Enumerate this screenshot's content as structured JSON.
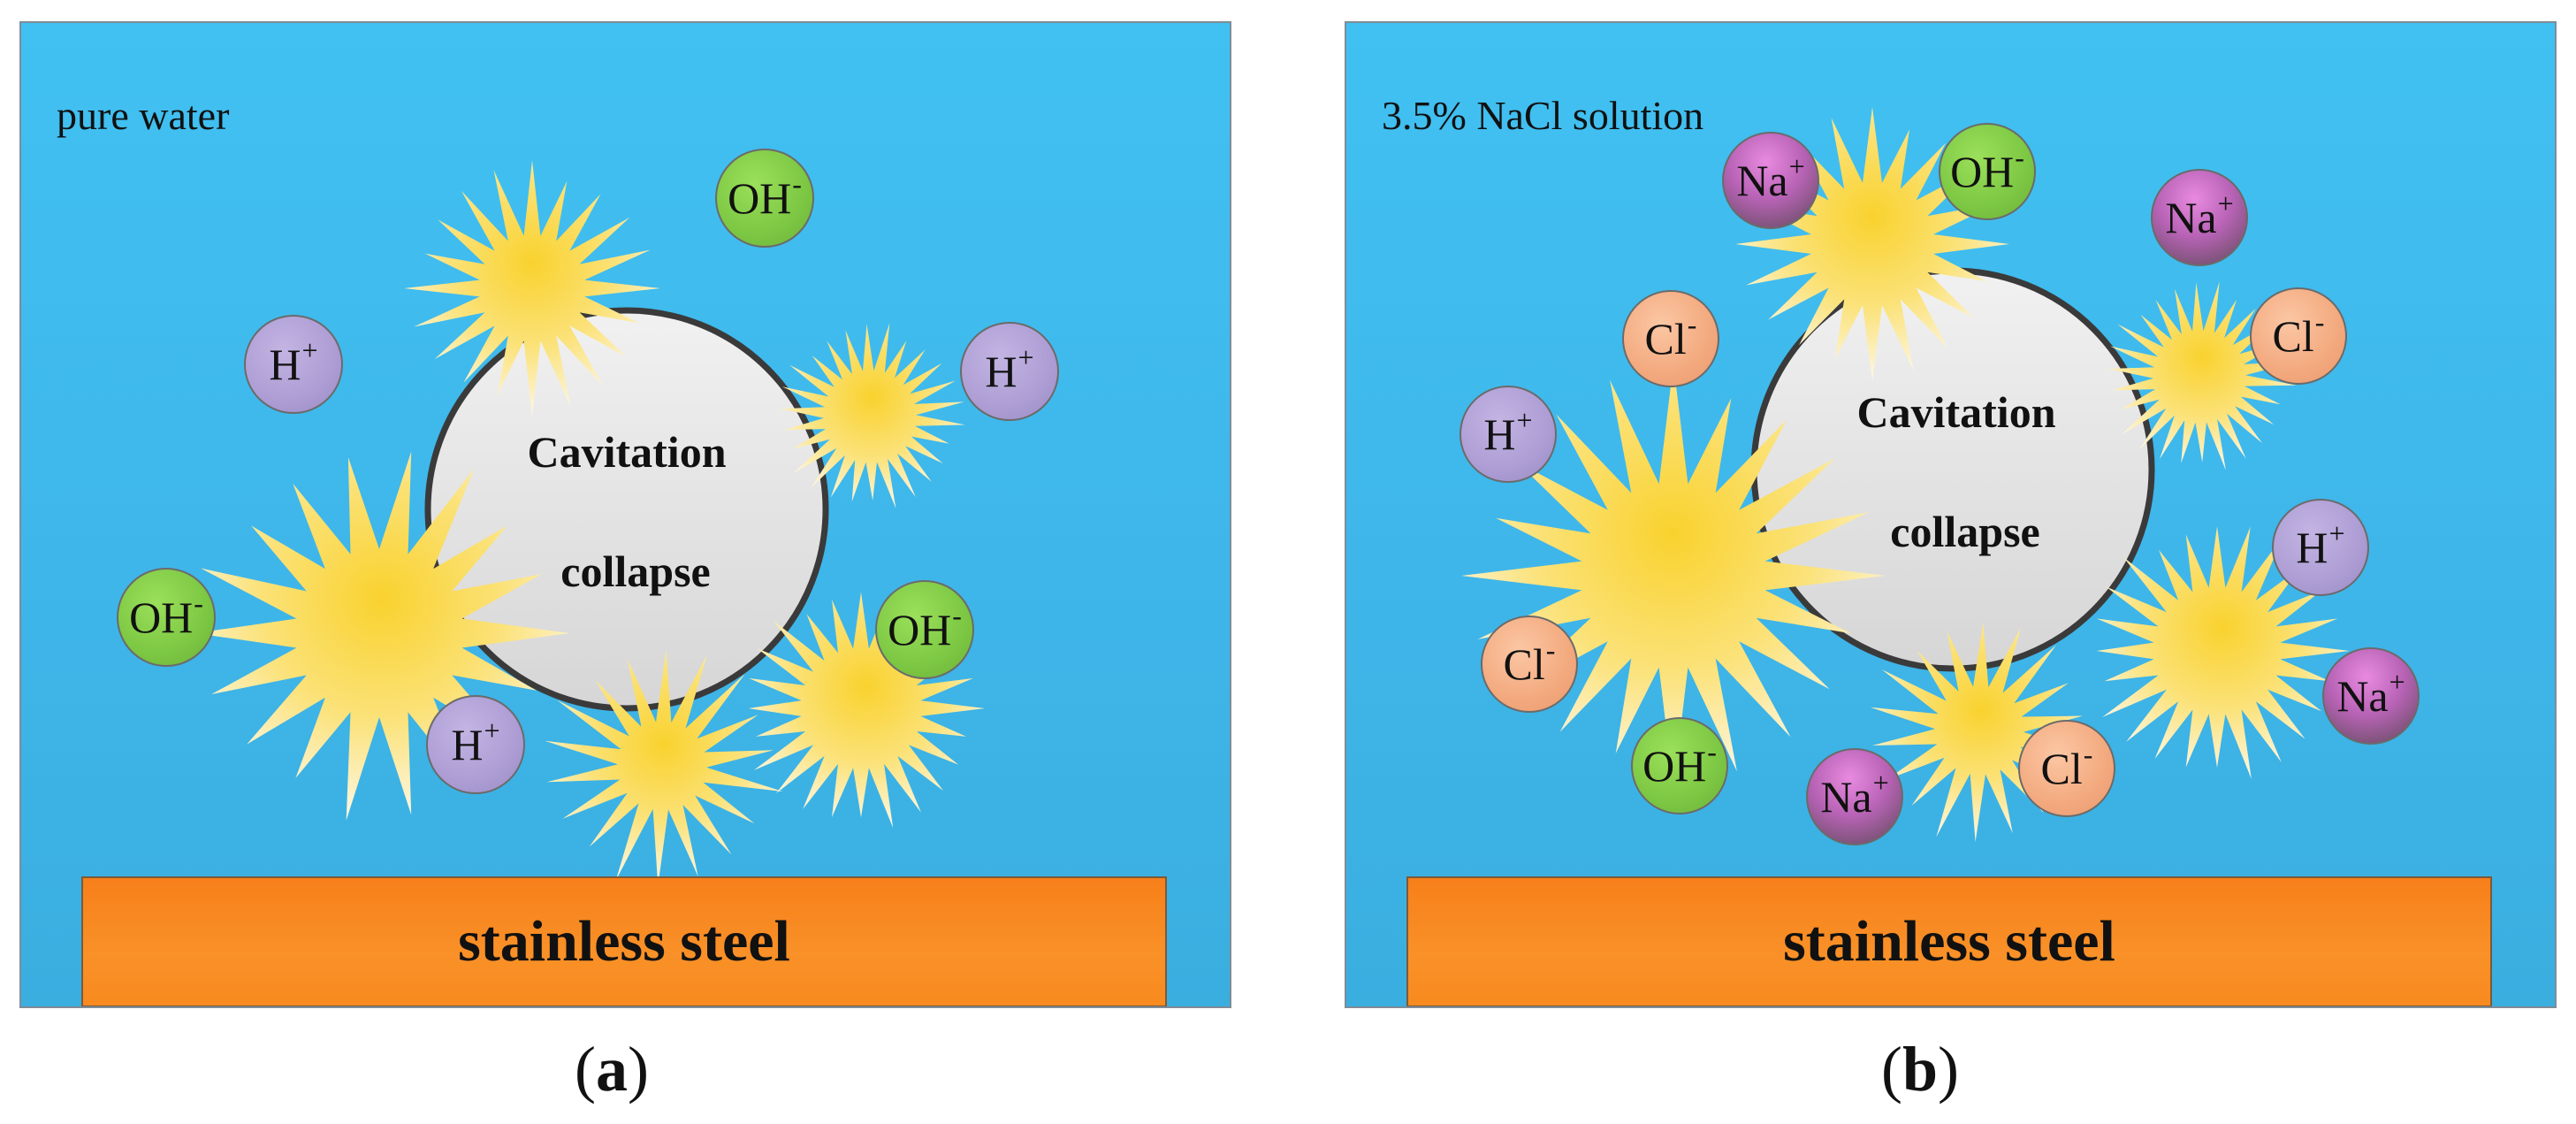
{
  "panels": [
    {
      "medium_label": "pure water",
      "bubble_label_line1": "Cavitation",
      "bubble_label_line2": "collapse",
      "substrate_label": "stainless steel",
      "caption_letter": "a",
      "ions": [
        {
          "base": "OH",
          "charge": "-",
          "kind": "oh"
        },
        {
          "base": "H",
          "charge": "+",
          "kind": "h"
        },
        {
          "base": "H",
          "charge": "+",
          "kind": "h"
        },
        {
          "base": "OH",
          "charge": "-",
          "kind": "oh"
        },
        {
          "base": "OH",
          "charge": "-",
          "kind": "oh"
        },
        {
          "base": "H",
          "charge": "+",
          "kind": "h"
        }
      ]
    },
    {
      "medium_label": "3.5% NaCl solution",
      "bubble_label_line1": "Cavitation",
      "bubble_label_line2": "collapse",
      "substrate_label": "stainless steel",
      "caption_letter": "b",
      "ions": [
        {
          "base": "Na",
          "charge": "+",
          "kind": "na"
        },
        {
          "base": "OH",
          "charge": "-",
          "kind": "oh"
        },
        {
          "base": "Na",
          "charge": "+",
          "kind": "na"
        },
        {
          "base": "Cl",
          "charge": "-",
          "kind": "cl"
        },
        {
          "base": "Cl",
          "charge": "-",
          "kind": "cl"
        },
        {
          "base": "H",
          "charge": "+",
          "kind": "h"
        },
        {
          "base": "H",
          "charge": "+",
          "kind": "h"
        },
        {
          "base": "Cl",
          "charge": "-",
          "kind": "cl"
        },
        {
          "base": "Na",
          "charge": "+",
          "kind": "na"
        },
        {
          "base": "OH",
          "charge": "-",
          "kind": "oh"
        },
        {
          "base": "Na",
          "charge": "+",
          "kind": "na"
        },
        {
          "base": "Cl",
          "charge": "-",
          "kind": "cl"
        }
      ]
    }
  ],
  "colors": {
    "water": "#40c1f1",
    "steel": "#f7851d",
    "bubble": "#e6e6e6",
    "starburst": "#f9d635",
    "oh_ion": "#7cc743",
    "h_ion": "#ad9dd4",
    "na_ion": "#b863b6",
    "cl_ion": "#f3a97e"
  }
}
